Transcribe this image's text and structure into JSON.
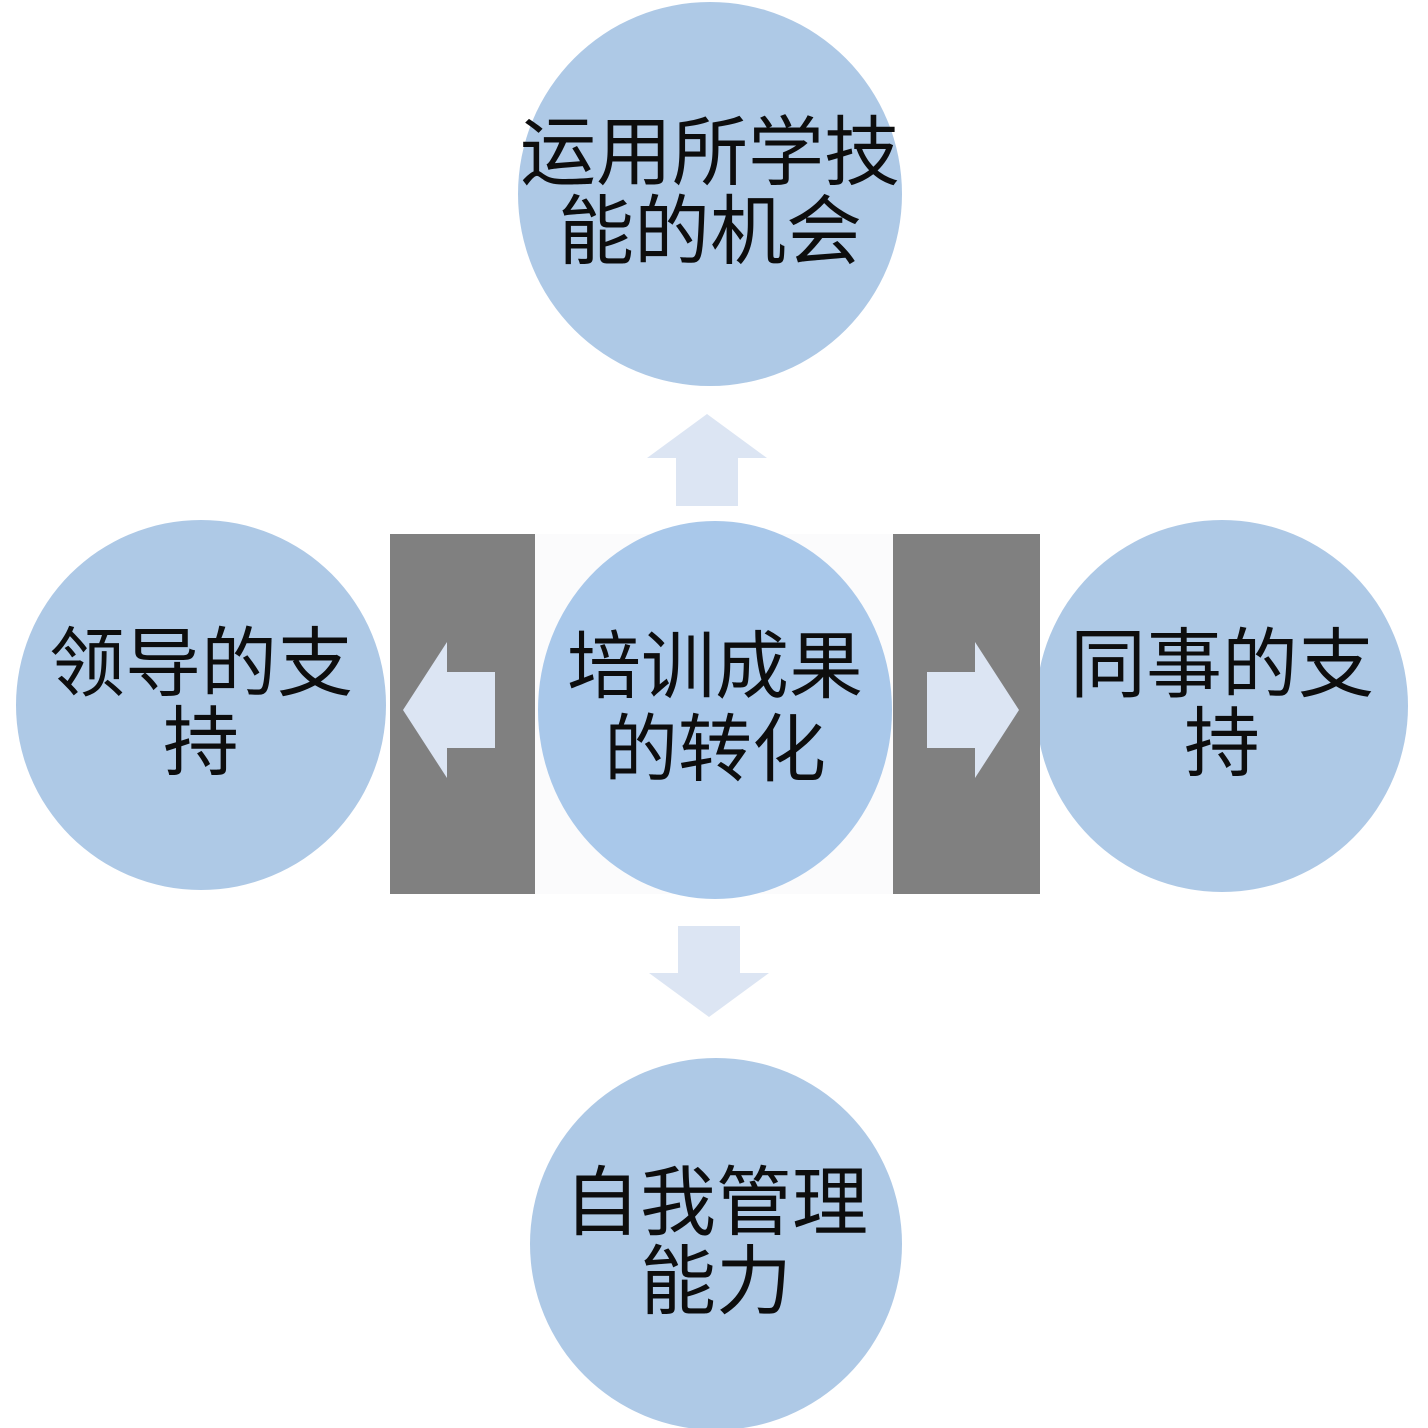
{
  "diagram": {
    "title": "培训成果的转化",
    "colors": {
      "node_blue": "#aec9e6",
      "center_blue": "#a9c8ea",
      "band_gray": "#808080",
      "panel_white": "#fbfbfc",
      "arrow_fill": "#dce5f3",
      "text": "#0d0d0d"
    },
    "center": {
      "label": "培训成果的转化"
    },
    "nodes": [
      {
        "id": "top",
        "label": "运用所学技能的机会",
        "position": "top"
      },
      {
        "id": "left",
        "label": "领导的支持",
        "position": "left"
      },
      {
        "id": "right",
        "label": "同事的支持",
        "position": "right"
      },
      {
        "id": "bottom",
        "label": "自我管理能力",
        "position": "bottom"
      }
    ],
    "arrows": [
      {
        "id": "up",
        "icon": "arrow-up-icon",
        "from": "center",
        "to": "top"
      },
      {
        "id": "down",
        "icon": "arrow-down-icon",
        "from": "center",
        "to": "bottom"
      },
      {
        "id": "left",
        "icon": "arrow-left-icon",
        "from": "center",
        "to": "left"
      },
      {
        "id": "right",
        "icon": "arrow-right-icon",
        "from": "center",
        "to": "right"
      }
    ]
  },
  "chart_data": {
    "type": "diagram",
    "title": "培训成果的转化",
    "center": "培训成果的转化",
    "categories": [
      "运用所学技能的机会",
      "领导的支持",
      "同事的支持",
      "自我管理能力"
    ],
    "relations": [
      {
        "from": "培训成果的转化",
        "to": "运用所学技能的机会",
        "direction": "up"
      },
      {
        "from": "培训成果的转化",
        "to": "领导的支持",
        "direction": "left"
      },
      {
        "from": "培训成果的转化",
        "to": "同事的支持",
        "direction": "right"
      },
      {
        "from": "培训成果的转化",
        "to": "自我管理能力",
        "direction": "down"
      }
    ],
    "legend": [],
    "annotations": []
  }
}
